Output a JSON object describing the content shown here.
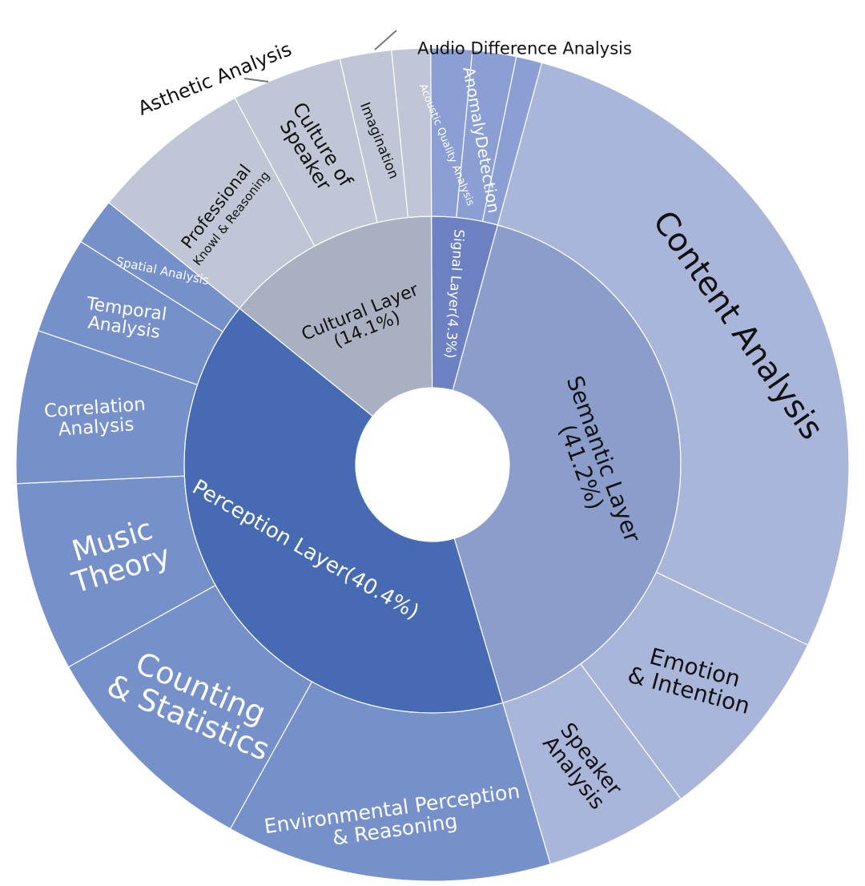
{
  "chart_data": {
    "type": "sunburst",
    "inner": [
      {
        "id": "signal",
        "label": "Signal Layer(4.3%)",
        "value": 4.3,
        "color": "#6c80c2",
        "textColor": "#ffffff"
      },
      {
        "id": "semantic",
        "label": "Semantic Layer\n(41.2%)",
        "value": 41.2,
        "color": "#8b9dcb",
        "textColor": "#111111"
      },
      {
        "id": "perception",
        "label": "Perception  Layer(40.4%)",
        "value": 40.4,
        "color": "#476bb3",
        "textColor": "#ffffff"
      },
      {
        "id": "cultural",
        "label": "Cultural  Layer\n(14.1%)",
        "value": 14.1,
        "color": "#a9b0c2",
        "textColor": "#111111"
      }
    ],
    "outer": [
      {
        "id": "acoustic-quality",
        "parent": "signal",
        "label": "Acoustic Quality Analysis",
        "value": 1.6,
        "color": "#8c9fd4",
        "textColor": "#ffffff"
      },
      {
        "id": "anomaly-detection",
        "parent": "signal",
        "label": "AnomalyDetection",
        "value": 1.7,
        "color": "#8c9fd4",
        "textColor": "#ffffff"
      },
      {
        "id": "audio-difference",
        "parent": "signal",
        "label": "Audio Difference Analysis",
        "value": 1.0,
        "color": "#8c9fd4",
        "textColor": "#111111"
      },
      {
        "id": "content-analysis",
        "parent": "semantic",
        "label": "Content Analysis",
        "value": 27.9,
        "color": "#a9b5d9",
        "textColor": "#111111"
      },
      {
        "id": "emotion-intention",
        "parent": "semantic",
        "label": "Emotion\n& Intention",
        "value": 7.7,
        "color": "#a9b5d9",
        "textColor": "#111111"
      },
      {
        "id": "speaker-analysis",
        "parent": "semantic",
        "label": "Speaker\nAnalysis",
        "value": 5.6,
        "color": "#a9b5d9",
        "textColor": "#111111"
      },
      {
        "id": "environmental-perception",
        "parent": "perception",
        "label": "Environmental Perception\n& Reasoning",
        "value": 11.7,
        "color": "#7690c9",
        "textColor": "#ffffff"
      },
      {
        "id": "counting-statistics",
        "parent": "perception",
        "label": "Counting\n& Statistics",
        "value": 8.2,
        "color": "#7690c9",
        "textColor": "#ffffff"
      },
      {
        "id": "music-theory",
        "parent": "perception",
        "label": "Music\nTheory",
        "value": 6.8,
        "color": "#7690c9",
        "textColor": "#ffffff"
      },
      {
        "id": "correlation-analysis",
        "parent": "perception",
        "label": "Correlation\nAnalysis",
        "value": 5.5,
        "color": "#7690c9",
        "textColor": "#ffffff"
      },
      {
        "id": "temporal-analysis",
        "parent": "perception",
        "label": "Temporal\nAnalysis",
        "value": 3.5,
        "color": "#7690c9",
        "textColor": "#ffffff"
      },
      {
        "id": "spatial-analysis",
        "parent": "perception",
        "label": "Spatial Analysis",
        "value": 1.7,
        "color": "#7690c9",
        "textColor": "#ffffff"
      },
      {
        "id": "professional-knowledge",
        "parent": "cultural",
        "label": "Professional\nKnowl & Reasoning",
        "value": 6.3,
        "color": "#c1c6d6",
        "textColor": "#111111"
      },
      {
        "id": "culture-of-speaker",
        "parent": "cultural",
        "label": "Culture of\nSpeaker",
        "value": 4.3,
        "color": "#c1c6d6",
        "textColor": "#111111"
      },
      {
        "id": "imagination",
        "parent": "cultural",
        "label": "Imagination",
        "value": 2.0,
        "color": "#c1c6d6",
        "textColor": "#111111"
      },
      {
        "id": "asthetic-analysis",
        "parent": "cultural",
        "label": "Asthetic Analysis",
        "value": 1.5,
        "color": "#c1c6d6",
        "textColor": "#111111"
      }
    ]
  }
}
